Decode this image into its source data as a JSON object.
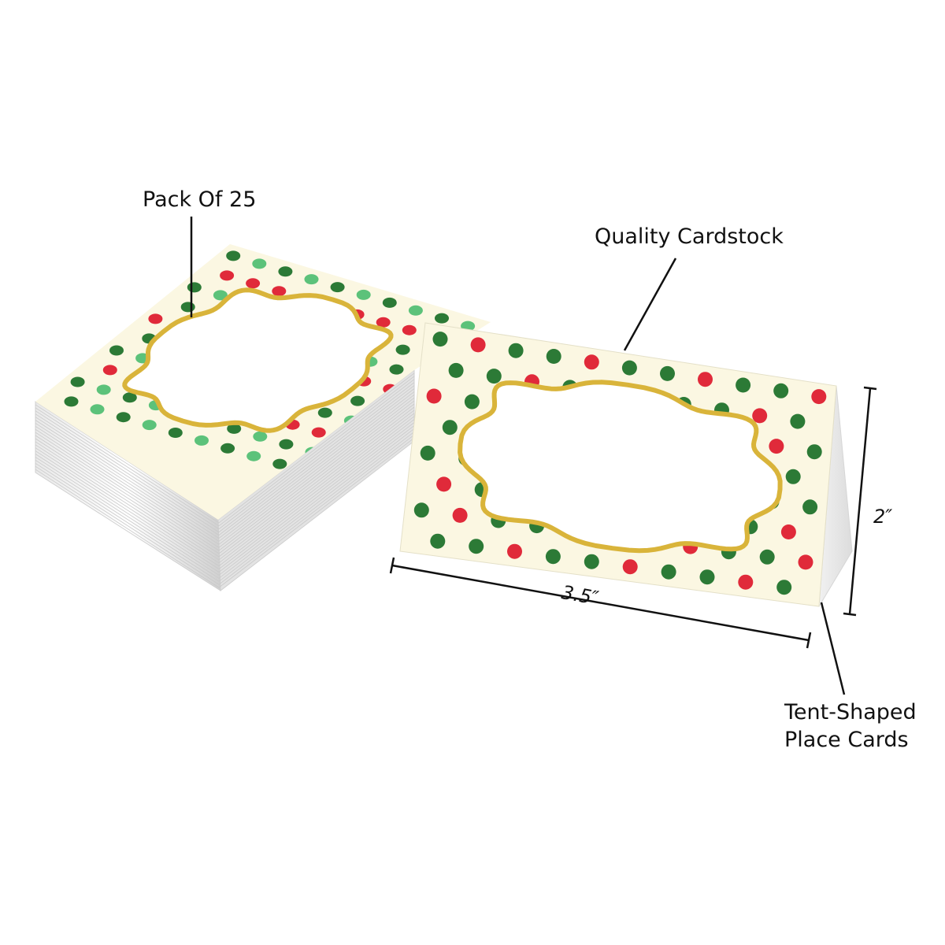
{
  "callouts": {
    "pack": "Pack Of 25",
    "cardstock": "Quality Cardstock",
    "tent_line1": "Tent-Shaped",
    "tent_line2": "Place Cards"
  },
  "dimensions": {
    "width": "3.5″",
    "height": "2″"
  },
  "colors": {
    "card_background": "#fbf7e2",
    "gold_frame": "#d9b43a",
    "gold_frame_dark": "#b88f1d",
    "dot_dark_green": "#2c7a36",
    "dot_light_green": "#5cc27a",
    "dot_red": "#e02a3a",
    "card_edge": "#d6d6d6",
    "line": "#111111"
  }
}
